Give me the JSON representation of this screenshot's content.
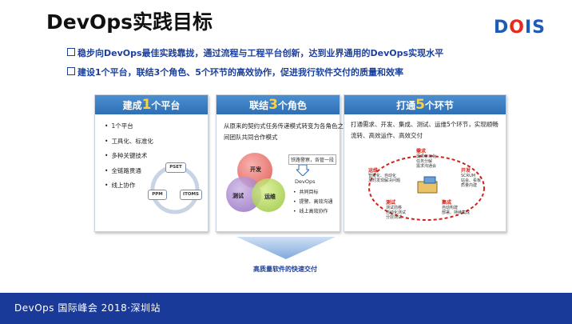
{
  "title": "DevOps实践目标",
  "logo": {
    "d": "D",
    "o": "O",
    "rest": "IS"
  },
  "bullets": [
    "稳步向DevOps最佳实践靠拢，通过流程与工程平台创新，达到业界通用的DevOps实现水平",
    "建设1个平台，联结3个角色、5个环节的高效协作，促进我行软件交付的质量和效率"
  ],
  "card1": {
    "head_pre": "建成",
    "head_num": "1",
    "head_post": "个平台",
    "items": [
      "1个平台",
      "工具化、标准化",
      "多种关键技术",
      "全链路贯通",
      "线上协作"
    ],
    "boxes": {
      "pset": "PSET",
      "ppm": "PPM",
      "itoms": "ITOMS"
    }
  },
  "card2": {
    "head_pre": "联结",
    "head_num": "3",
    "head_post": "个角色",
    "text": "从原来的契约式任务传递模式转变为各角色之间团队共同合作模式",
    "circles": {
      "dev": "开发",
      "test": "测试",
      "ops": "运维"
    },
    "note": "铁路警察，各管一段",
    "devops": "DevOps",
    "items": [
      "共同目标",
      "提警、高效沟通",
      "线上高效协作"
    ]
  },
  "card3": {
    "head_pre": "打通",
    "head_num": "5",
    "head_post": "个环节",
    "text": "打通需求、开发、集成、测试、运维5个环节，实现顺畅流转、高效运作、高效交付",
    "nodes": {
      "req": {
        "title": "需求",
        "lines": [
          "需求条目化",
          "任务分解",
          "需求沟通会"
        ]
      },
      "dev": {
        "title": "开发",
        "lines": [
          "SCRUM",
          "站会、看板",
          "质量内建"
        ]
      },
      "int": {
        "title": "集成",
        "lines": [
          "自动构建",
          "部署、持续集成"
        ]
      },
      "test": {
        "title": "测试",
        "lines": [
          "测试前移",
          "自动化测试",
          "分层测试"
        ]
      },
      "ops": {
        "title": "运维",
        "lines": [
          "智能化、自动化",
          "及时发现解决问题"
        ]
      }
    }
  },
  "bottom_label": "高质量软件的快速交付",
  "footer": "DevOps 国际峰会 2018·深圳站",
  "colors": {
    "header_blue": "#2f6fb5",
    "footer_blue": "#1a3a9a",
    "accent_yellow": "#ffd13a",
    "red": "#d0231a"
  }
}
